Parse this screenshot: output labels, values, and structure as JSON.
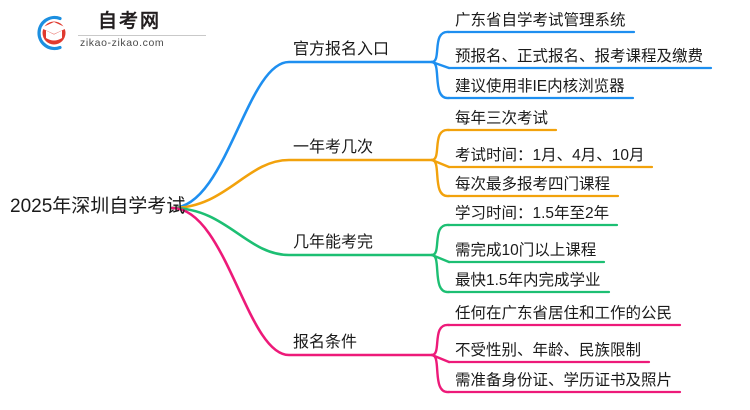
{
  "logo": {
    "name_cn": "自考网",
    "url": "zikao-zikao.com",
    "mark_icon": "graduation-cap-logo-icon",
    "arc_color": "#1C8FE0",
    "cap_color": "#E03A2F"
  },
  "mindmap": {
    "root": {
      "label": "2025年深圳自学考试"
    },
    "branches": [
      {
        "label": "官方报名入口",
        "color": "#1E8FF0",
        "leaves": [
          "广东省自学考试管理系统",
          "预报名、正式报名、报考课程及缴费",
          "建议使用非IE内核浏览器"
        ]
      },
      {
        "label": "一年考几次",
        "color": "#F2A20C",
        "leaves": [
          "每年三次考试",
          "考试时间：1月、4月、10月",
          "每次最多报考四门课程"
        ]
      },
      {
        "label": "几年能考完",
        "color": "#1DBF73",
        "leaves": [
          "学习时间：1.5年至2年",
          "需完成10门以上课程",
          "最快1.5年内完成学业"
        ]
      },
      {
        "label": "报名条件",
        "color": "#ED1A79",
        "leaves": [
          "任何在广东省居住和工作的公民",
          "不受性别、年龄、民族限制",
          "需准备身份证、学历证书及照片"
        ]
      }
    ]
  }
}
